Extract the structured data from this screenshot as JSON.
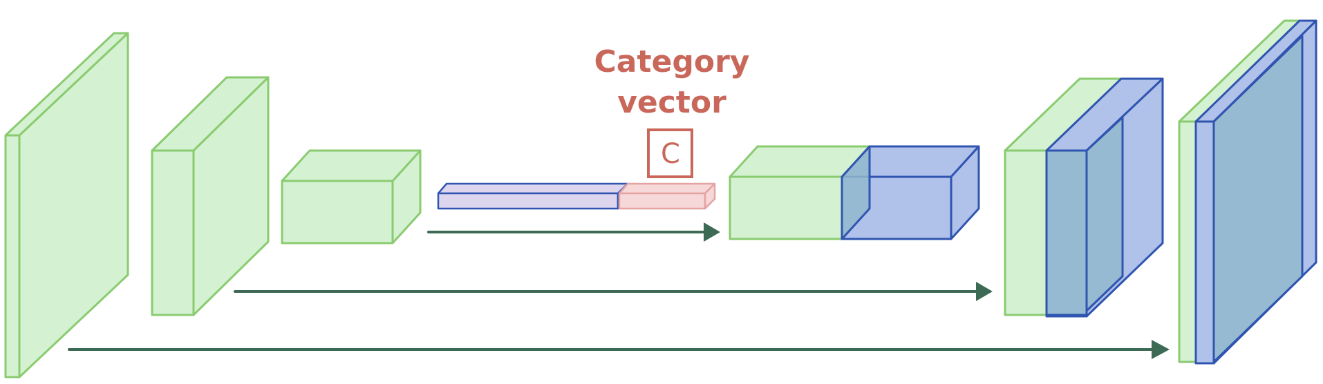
{
  "annotation": {
    "line1": "Category",
    "line2": "vector",
    "symbol": "C"
  },
  "colors": {
    "encoder_fill": "#d4f2d2",
    "encoder_stroke": "#8acb70",
    "decoder_fill": "#b0c1ea",
    "decoder_stroke": "#2f55b0",
    "overlap_fill": "#90b9cc",
    "bottleneck_fill": "#ddd6ee",
    "category_fill": "#f6d8d8",
    "category_stroke": "#e6a3a3",
    "label_color": "#c9675a",
    "skip_arrow": "#3d6a55"
  },
  "blocks": {
    "encoder": [
      "encoder-block-1",
      "encoder-block-2",
      "encoder-block-3"
    ],
    "bottleneck": "bottleneck-block",
    "category": "category-vector-block",
    "decoder": [
      "decoder-block-1",
      "decoder-block-2",
      "decoder-block-3"
    ]
  },
  "arrows": [
    "skip-connection-1",
    "skip-connection-2",
    "skip-connection-3"
  ]
}
